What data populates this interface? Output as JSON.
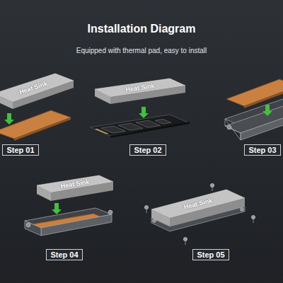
{
  "diagram": {
    "title": "Installation Diagram",
    "nodes": [
      {
        "text": [
          "Step 01"
        ]
      },
      {
        "text": [
          "Step 02"
        ]
      },
      {
        "text": [
          "Step 03"
        ]
      },
      {
        "text": [
          "Step 04"
        ]
      },
      {
        "text": [
          "Step 05"
        ]
      }
    ],
    "labels": [
      "Equipped with thermal pad, easy to install",
      "Heat Sink",
      "Heat Sink",
      "Heat Sink",
      "Heat Sink"
    ]
  }
}
